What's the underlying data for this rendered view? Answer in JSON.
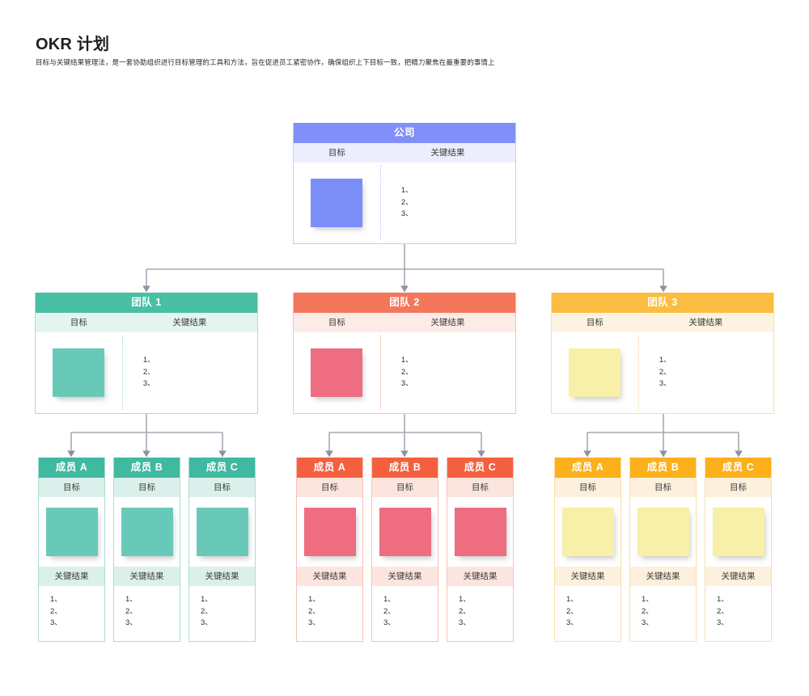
{
  "header": {
    "title": "OKR 计划",
    "subtitle": "目标与关键结果管理法，是一套协助组织进行目标管理的工具和方法，旨在促进员工紧密协作，确保组织上下目标一致，把精力聚焦在最重要的事情上"
  },
  "labels": {
    "objective": "目标",
    "key_result": "关键结果",
    "kr_items": [
      "1、",
      "2、",
      "3、"
    ]
  },
  "colors": {
    "company_header": "#8190f8",
    "company_band": "#eceefe",
    "company_note": "#7b8ef8",
    "company_border": "#c5cbfa",
    "team1_header": "#49bfa4",
    "team1_band": "#e4f4f0",
    "team1_note": "#69c9b8",
    "team1_border": "#a9ddd2",
    "team2_header": "#f4775c",
    "team2_band": "#fdebe7",
    "team2_note": "#ee6d81",
    "team2_border": "#f8c0b5",
    "team3_header": "#fbbd3f",
    "team3_band": "#fdf3e0",
    "team3_note": "#f8efa8",
    "team3_border": "#fbdfa3",
    "connector": "#9a9a9a"
  },
  "company": {
    "title": "公司"
  },
  "teams": [
    {
      "title": "团队 1",
      "members": [
        {
          "title": "成员 A"
        },
        {
          "title": "成员 B"
        },
        {
          "title": "成员 C"
        }
      ]
    },
    {
      "title": "团队 2",
      "members": [
        {
          "title": "成员 A"
        },
        {
          "title": "成员 B"
        },
        {
          "title": "成员 C"
        }
      ]
    },
    {
      "title": "团队 3",
      "members": [
        {
          "title": "成员 A"
        },
        {
          "title": "成员 B"
        },
        {
          "title": "成员 C"
        }
      ]
    }
  ]
}
